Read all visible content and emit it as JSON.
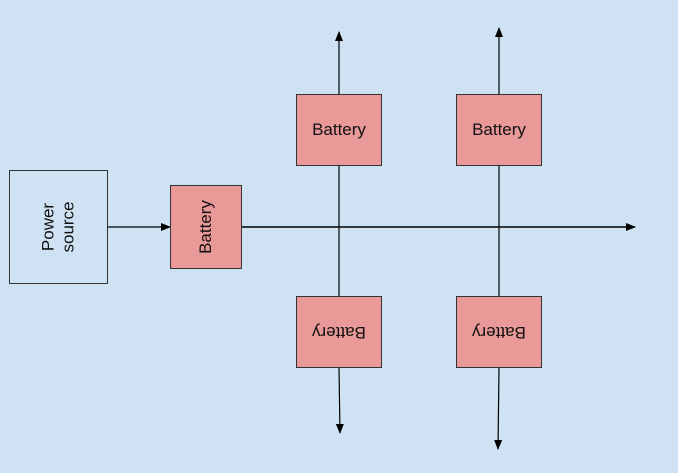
{
  "diagram": {
    "background_color": "#cfe2f3",
    "battery_color": "#ea9999",
    "nodes": {
      "power_source": {
        "label": "Power\nsource",
        "orientation": "rotated -90°"
      },
      "battery_input": {
        "label": "Battery",
        "orientation": "rotated -90°"
      },
      "battery_top_1": {
        "label": "Battery",
        "orientation": "upright"
      },
      "battery_top_2": {
        "label": "Battery",
        "orientation": "upright"
      },
      "battery_bottom_1": {
        "label": "Battery",
        "orientation": "rotated 180°"
      },
      "battery_bottom_2": {
        "label": "Battery",
        "orientation": "rotated 180°"
      }
    },
    "edges": [
      {
        "from": "power_source",
        "to": "battery_input",
        "arrow": "end"
      },
      {
        "from": "battery_input",
        "to": "right-edge",
        "arrow": "end"
      },
      {
        "from": "battery_top_1",
        "to": "top",
        "arrow": "end"
      },
      {
        "from": "battery_top_2",
        "to": "top",
        "arrow": "end"
      },
      {
        "from": "battery_bottom_1",
        "to": "bottom",
        "arrow": "end"
      },
      {
        "from": "battery_bottom_2",
        "to": "bottom",
        "arrow": "end"
      },
      {
        "from": "battery_top_1",
        "to": "battery_bottom_1",
        "arrow": "none"
      },
      {
        "from": "battery_top_2",
        "to": "battery_bottom_2",
        "arrow": "none"
      }
    ]
  }
}
